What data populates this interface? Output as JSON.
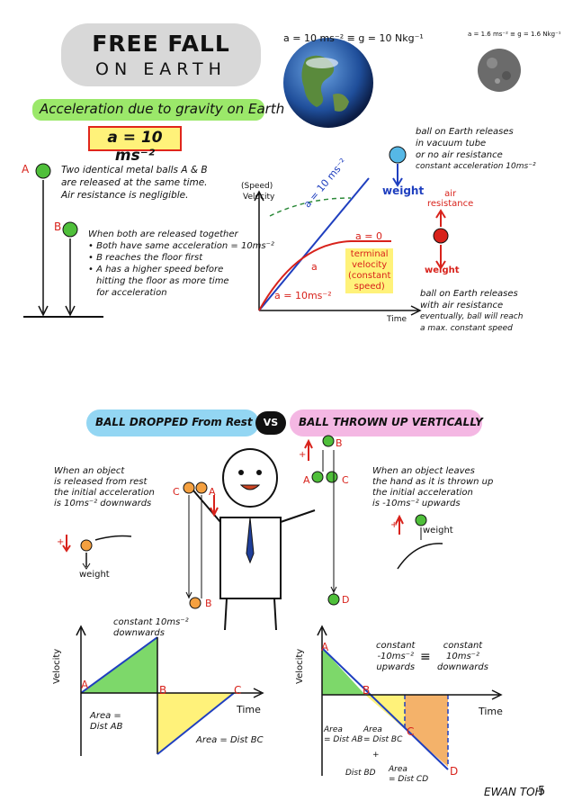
{
  "title": {
    "line1": "FREE FALL",
    "line2": "ON EARTH"
  },
  "earth_formula": "a = 10 ms⁻² ≡ g = 10 Nkg⁻¹",
  "moon_formula": "a = 1.6 ms⁻² ≡ g = 1.6 Nkg⁻¹",
  "accel_heading": "Acceleration due to gravity on Earth",
  "accel_value": "a = 10 ms⁻²",
  "balls_note": [
    "Two identical metal balls A & B",
    "are released at the same time.",
    "Air resistance is negligible."
  ],
  "released_note": {
    "head": "When both are released together",
    "points": [
      "Both have same acceleration = 10ms⁻²",
      "B reaches the floor first",
      "A has a higher speed before",
      "hitting the floor as more time",
      "for acceleration"
    ]
  },
  "labels": {
    "A": "A",
    "B": "B",
    "C": "C",
    "D": "D"
  },
  "vt_graph": {
    "ylabel1": "(Speed)",
    "ylabel2": "Velocity",
    "xlabel": "Time",
    "slope_label": "a = 10 ms⁻²",
    "a_zero": "a = 0",
    "down_a": "a",
    "init_label": "a = 10ms⁻²",
    "terminal": [
      "terminal",
      "velocity",
      "(constant",
      "speed)"
    ]
  },
  "vacuum_note": [
    "ball on Earth releases",
    "in vacuum tube",
    "or no air resistance",
    "constant acceleration 10ms⁻²"
  ],
  "weight": "weight",
  "air_resistance": [
    "air",
    "resistance"
  ],
  "air_note": [
    "ball on Earth releases",
    "with air resistance",
    "eventually, ball will reach",
    "a max. constant speed"
  ],
  "section2": {
    "left_title": "BALL DROPPED From Rest",
    "vs": "VS",
    "right_title": "BALL THROWN UP VERTICALLY"
  },
  "drop_note": [
    "When an object",
    "is released from rest",
    "the initial acceleration",
    "is 10ms⁻² downwards"
  ],
  "throw_note": [
    "When an object leaves",
    "the hand as it is thrown up",
    "the initial acceleration",
    "is -10ms⁻² upwards"
  ],
  "plus": "+",
  "graph3": {
    "ylabel": "Velocity",
    "xlabel": "Time",
    "top_note": [
      "constant 10ms⁻²",
      "downwards"
    ],
    "area1": [
      "Area =",
      "Dist AB"
    ],
    "area2": "Area = Dist BC"
  },
  "graph4": {
    "ylabel": "Velocity",
    "xlabel": "Time",
    "note_left": [
      "constant",
      "-10ms⁻²",
      "upwards"
    ],
    "equiv": "≡",
    "note_right": [
      "constant",
      "10ms⁻²",
      "downwards"
    ],
    "area1": [
      "Area",
      "= Dist AB"
    ],
    "area2": [
      "Area",
      "= Dist BC"
    ],
    "plus": "+",
    "dist_bd": "Dist BD",
    "area3": [
      "Area",
      "= Dist CD"
    ]
  },
  "signature": "EWAN TOH",
  "page_number": "5",
  "colors": {
    "green": "#7dd86a",
    "yellow": "#fff27a",
    "orange": "#f4b26a",
    "red": "#d8221b",
    "blue": "#1f3fbf",
    "cyan": "#93d6f3",
    "pink": "#f4b7e3"
  }
}
